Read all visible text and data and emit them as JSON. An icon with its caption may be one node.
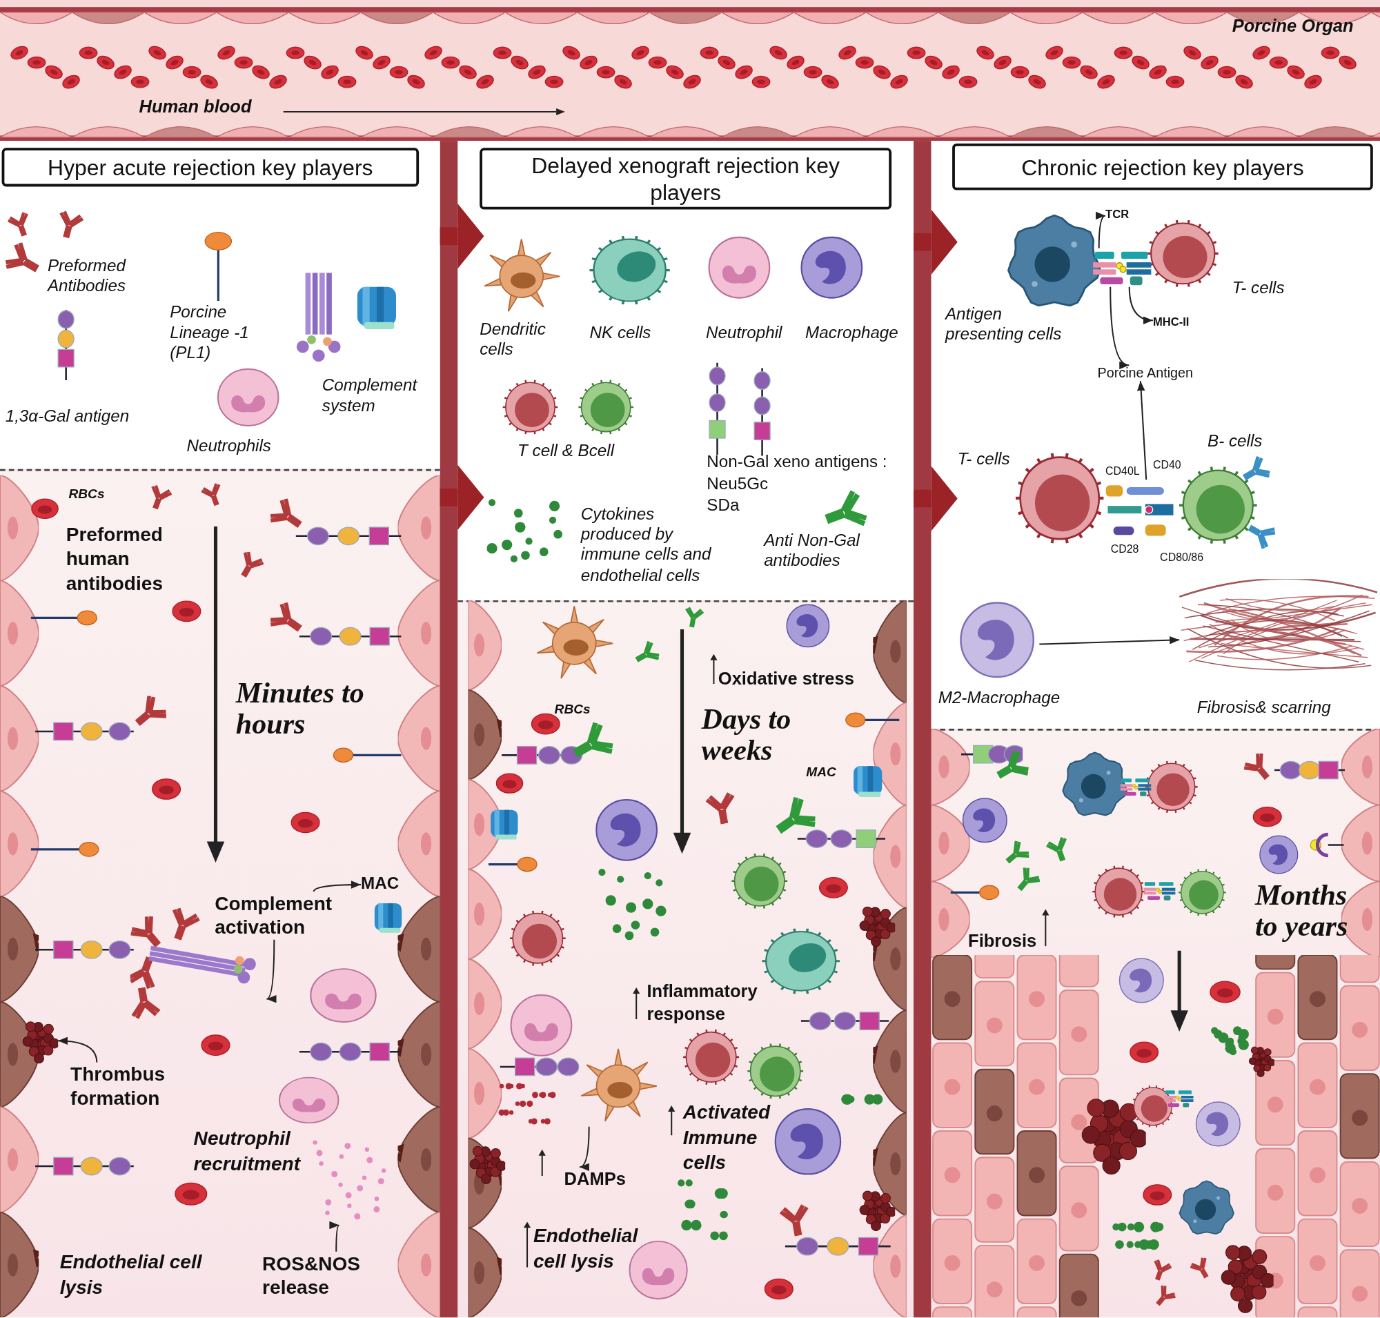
{
  "diagram": {
    "nodes": [
      {
        "text": [],
        "shape": "box"
      },
      {
        "text": [
          "Hyper acute rejection key players"
        ],
        "in": 0
      },
      {
        "text": [],
        "shape": "box"
      },
      {
        "text": [
          "Delayed xenograft rejection key players"
        ],
        "in": 2
      },
      {
        "text": [],
        "shape": "box"
      },
      {
        "text": [
          "Chronic rejection key players"
        ],
        "in": 4
      },
      {
        "text": [
          "Complement activation"
        ],
        "in": 0
      },
      {
        "text": [
          "MAC"
        ],
        "in": 0
      },
      {
        "text": [],
        "shape": "picture",
        "in": 0
      },
      {
        "text": [
          "Thrombus formation"
        ],
        "in": 0
      },
      {
        "text": [],
        "shape": "picture",
        "in": 0
      },
      {
        "text": [
          "ROS&NOS release"
        ],
        "in": 0
      },
      {
        "text": [],
        "shape": "picture",
        "in": 0
      },
      {
        "text": [],
        "shape": "picture",
        "in": 2
      },
      {
        "text": [
          "DAMPs"
        ],
        "in": 2
      },
      {
        "text": [],
        "shape": "picture",
        "in": 4
      },
      {
        "text": [
          "TCR"
        ],
        "in": 4
      },
      {
        "text": [
          "MHC-II"
        ],
        "in": 4
      },
      {
        "text": [
          "Porcine Antigen"
        ],
        "in": 4
      },
      {
        "text": [],
        "shape": "picture",
        "in": 4,
        "beside": [
          "CD40L",
          "CD40",
          "CD28",
          "CD80/86"
        ]
      },
      {
        "text": [],
        "shape": "picture",
        "in": 4,
        "beside": [
          "M2-Macrophage"
        ]
      },
      {
        "text": [],
        "shape": "picture",
        "in": 4,
        "beside": [
          "Fibrosis& scarring"
        ]
      },
      {
        "text": [],
        "shape": "bar"
      },
      {
        "text": [],
        "shape": "bar"
      }
    ],
    "edges": [
      {
        "from": 0,
        "to": 2,
        "arrow": "to",
        "style": "thick",
        "color": "#9b2226"
      },
      {
        "from": 0,
        "to": 2,
        "arrow": "to",
        "style": "thick",
        "color": "#9b2226"
      },
      {
        "from": 2,
        "to": 4,
        "arrow": "to",
        "style": "thick",
        "color": "#9b2226"
      },
      {
        "from": 2,
        "to": 4,
        "arrow": "to",
        "style": "thick",
        "color": "#9b2226"
      },
      {
        "from": 6,
        "to": 7,
        "arrow": "to"
      },
      {
        "from": 6,
        "to": 8,
        "arrow": "to"
      },
      {
        "from": 9,
        "to": 10,
        "arrow": "to"
      },
      {
        "from": 11,
        "to": 12,
        "arrow": "to"
      },
      {
        "from": 13,
        "to": 14,
        "arrow": "to"
      },
      {
        "from": 15,
        "to": 16,
        "arrow": "to"
      },
      {
        "from": 15,
        "to": 17,
        "arrow": "to"
      },
      {
        "from": 15,
        "to": 18,
        "arrow": "to"
      },
      {
        "from": 19,
        "to": 18,
        "arrow": "to"
      },
      {
        "from": 20,
        "to": 21,
        "arrow": "to"
      }
    ],
    "labels": [
      "Porcine Organ",
      "Human blood",
      "Preformed Antibodies",
      "Porcine Lineage -1 (PL1)",
      "1,3α-Gal antigen",
      "Complement system",
      "Neutrophils",
      "RBCs",
      "Preformed human antibodies",
      "Minutes to hours",
      "Neutrophil recruitment",
      "Endothelial cell lysis",
      "Dendritic cells",
      "NK cells",
      "Neutrophil",
      "Macrophage",
      "T cell & Bcell",
      "Non-Gal xeno antigens :",
      "Neu5Gc",
      "SDa",
      "Cytokines produced by immune cells and endothelial cells",
      "Anti Non-Gal antibodies",
      "Oxidative stress",
      "RBCs",
      "Days to weeks",
      "MAC",
      "Inflammatory response",
      "Activated Immune cells",
      "Endothelial cell lysis",
      "T- cells",
      "Antigen presenting cells",
      "T- cells",
      "B- cells",
      "Fibrosis",
      "Months to years"
    ]
  }
}
